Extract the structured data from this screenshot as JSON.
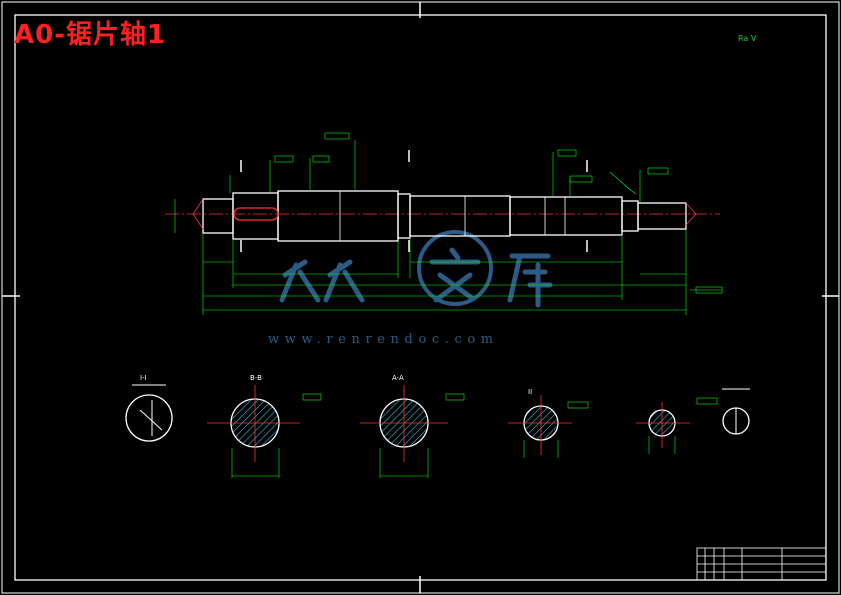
{
  "drawing": {
    "title": "A0-锯片轴1",
    "roughness_note": "Ra V",
    "watermark_url": "www.renrendoc.com",
    "section_labels": [
      "I-I",
      "B-B",
      "A-A",
      "II"
    ],
    "colors": {
      "background": "#000000",
      "outline": "#ffffff",
      "dimension": "#00ff00",
      "centerline": "#ff3030",
      "title": "#ff2020",
      "hatch": "#35c0e0",
      "watermark": "#2a5c86"
    }
  }
}
